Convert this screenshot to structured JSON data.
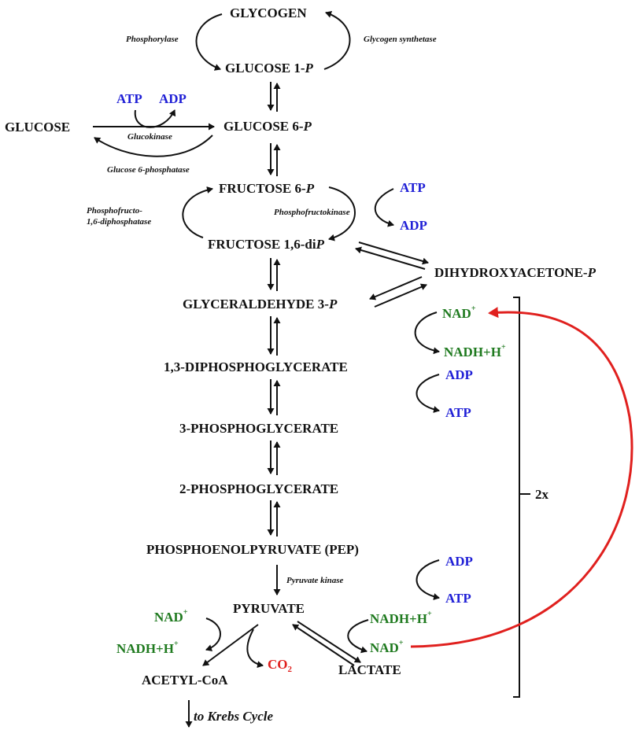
{
  "metabolites": {
    "glycogen": "GLYCOGEN",
    "glucose_1p": "GLUCOSE 1-",
    "glucose_6p": "GLUCOSE 6-",
    "glucose": "GLUCOSE",
    "fructose_6p": "FRUCTOSE 6-",
    "fructose_16dip": "FRUCTOSE 1,6-di",
    "dhap": "DIHYDROXYACETONE-",
    "g3p": "GLYCERALDEHYDE 3-",
    "bpg": "1,3-DIPHOSPHOGLYCERATE",
    "pg3": "3-PHOSPHOGLYCERATE",
    "pg2": "2-PHOSPHOGLYCERATE",
    "pep": "PHOSPHOENOLPYRUVATE (PEP)",
    "pyruvate": "PYRUVATE",
    "acetyl_coa": "ACETYL-CoA",
    "lactate": "LACTATE",
    "phosphate_symbol": "P"
  },
  "enzymes": {
    "phosphorylase": "Phosphorylase",
    "glycogen_synthetase": "Glycogen synthetase",
    "glucokinase": "Glucokinase",
    "glucose_6_phosphatase": "Glucose 6-phosphatase",
    "phosphofructokinase": "Phosphofructokinase",
    "fbpase_line1": "Phosphofructo-",
    "fbpase_line2": "1,6-diphosphatase",
    "pyruvate_kinase": "Pyruvate kinase"
  },
  "cofactors": {
    "atp": "ATP",
    "adp": "ADP",
    "nad": "NAD",
    "nadh": "NADH+H",
    "plus": "+",
    "co2": "CO",
    "co2_sub": "2"
  },
  "labels": {
    "multiplier": "2x",
    "krebs": "to Krebs Cycle"
  },
  "colors": {
    "atp_adp": "#1f1fd6",
    "nad": "#1f7a1f",
    "co2_and_regeneration_arrow": "#e0201e",
    "text": "#111111"
  }
}
